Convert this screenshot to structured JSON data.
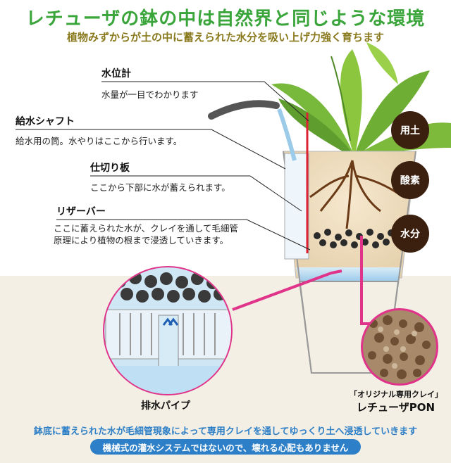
{
  "header": {
    "title": "レチューザの鉢の中は自然界と同じような環境",
    "subtitle": "植物みずからが土の中に蓄えられた水分を吸い上げ力強く育ちます"
  },
  "labels": {
    "water_gauge": {
      "title": "水位計",
      "desc": "水量が一目でわかります"
    },
    "shaft": {
      "title": "給水シャフト",
      "desc": "給水用の筒。水やりはここから行います。"
    },
    "divider": {
      "title": "仕切り板",
      "desc": "ここから下部に水が蓄えられます。"
    },
    "reserver": {
      "title": "リザーバー",
      "desc": "ここに蓄えられた水が、クレイを通して毛細管原理により植物の根まで浸透していきます。"
    }
  },
  "circles": {
    "soil": "用土",
    "oxygen": "酸素",
    "water": "水分"
  },
  "captions": {
    "drain_pipe": "排水パイプ",
    "clay_line1": "「オリジナル専用クレイ」",
    "clay_line2": "レチューザPON"
  },
  "footer": {
    "text": "鉢底に蓄えられた水が毛細管現象によって専用クレイを通してゆっくり土へ浸透していきます",
    "notice": "機械式の灌水システムではないので、壊れる心配もありません"
  },
  "colors": {
    "title_green": "#3aa53a",
    "subtitle_olive": "#8a7a1e",
    "accent_blue": "#2d7fc7",
    "circle_brown": "#3b1f0f",
    "connector_pink": "#e0338a"
  }
}
